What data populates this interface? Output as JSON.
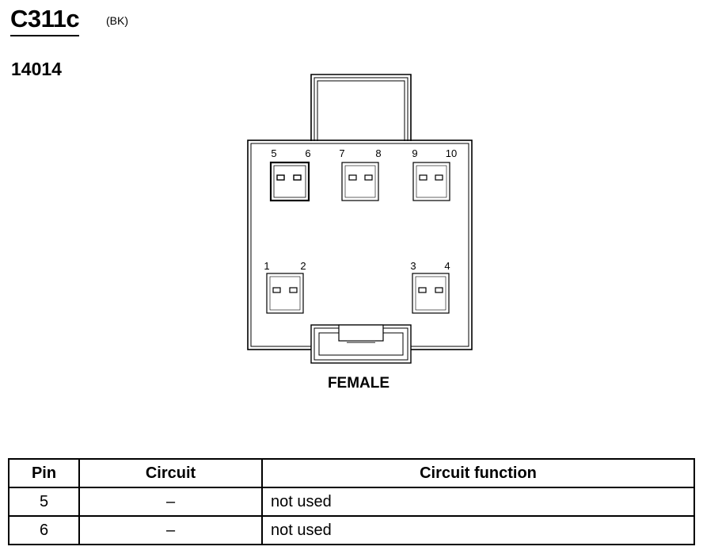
{
  "connector": {
    "id": "C311c",
    "color_code": "(BK)",
    "part_number": "14014",
    "view_label": "FEMALE"
  },
  "pin_labels": [
    "5",
    "6",
    "7",
    "8",
    "9",
    "10",
    "1",
    "2",
    "3",
    "4"
  ],
  "table": {
    "headers": {
      "pin": "Pin",
      "circuit": "Circuit",
      "function": "Circuit function"
    },
    "rows": [
      {
        "pin": "5",
        "circuit": "–",
        "function": "not used"
      },
      {
        "pin": "6",
        "circuit": "–",
        "function": "not used"
      }
    ]
  }
}
